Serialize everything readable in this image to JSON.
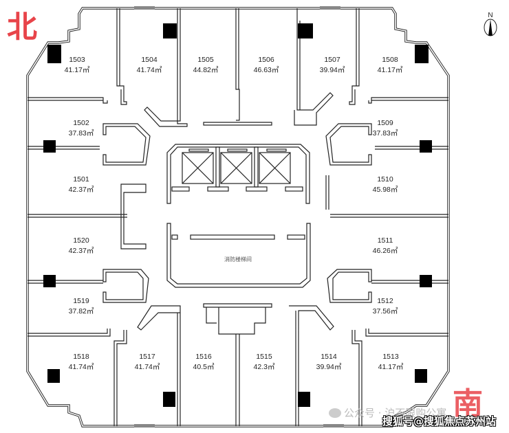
{
  "orientation": {
    "north_label": "北",
    "south_label": "南",
    "compass_label": "N"
  },
  "core": {
    "stair_label": "消防楼梯间"
  },
  "units": [
    {
      "no": "1503",
      "area": "41.17㎡"
    },
    {
      "no": "1504",
      "area": "41.74㎡"
    },
    {
      "no": "1505",
      "area": "44.82㎡"
    },
    {
      "no": "1506",
      "area": "46.63㎡"
    },
    {
      "no": "1507",
      "area": "39.94㎡"
    },
    {
      "no": "1508",
      "area": "41.17㎡"
    },
    {
      "no": "1502",
      "area": "37.83㎡"
    },
    {
      "no": "1509",
      "area": "37.83㎡"
    },
    {
      "no": "1501",
      "area": "42.37㎡"
    },
    {
      "no": "1510",
      "area": "45.98㎡"
    },
    {
      "no": "1520",
      "area": "42.37㎡"
    },
    {
      "no": "1511",
      "area": "46.26㎡"
    },
    {
      "no": "1519",
      "area": "37.82㎡"
    },
    {
      "no": "1512",
      "area": "37.56㎡"
    },
    {
      "no": "1518",
      "area": "41.74㎡"
    },
    {
      "no": "1517",
      "area": "41.74㎡"
    },
    {
      "no": "1516",
      "area": "40.5㎡"
    },
    {
      "no": "1515",
      "area": "42.3㎡"
    },
    {
      "no": "1514",
      "area": "39.94㎡"
    },
    {
      "no": "1513",
      "area": "41.17㎡"
    }
  ],
  "watermarks": {
    "wechat": "公众号 · 沪不限购公寓",
    "sohu": "搜狐号@搜狐焦点苏州站"
  }
}
